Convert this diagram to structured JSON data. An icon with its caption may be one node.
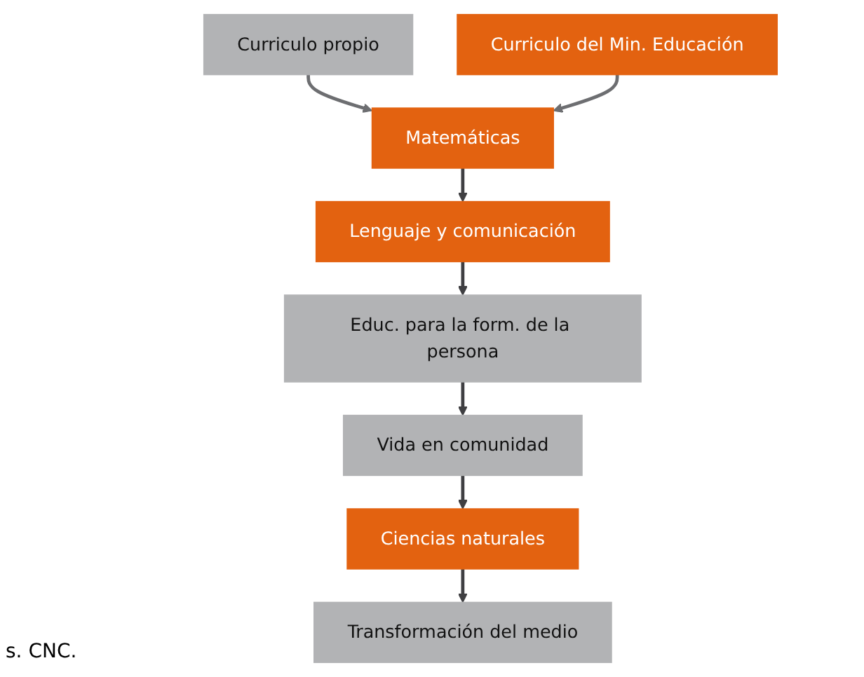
{
  "diagram": {
    "nodes": [
      {
        "text": [
          "Curriculo  propio"
        ]
      },
      {
        "text": [
          "Curriculo del Min. Educación"
        ]
      },
      {
        "text": [
          "Matemáticas"
        ]
      },
      {
        "text": [
          "Lenguaje y comunicación"
        ]
      },
      {
        "text": [
          "Educ. para la form. de la persona"
        ]
      },
      {
        "text": [
          "Vida en comunidad"
        ]
      },
      {
        "text": [
          "Ciencias naturales"
        ]
      },
      {
        "text": [
          "Transformación del medio"
        ]
      }
    ],
    "edges": [
      {
        "from": 0,
        "to": 2,
        "arrow": "to",
        "color": "#6d6e71"
      },
      {
        "from": 1,
        "to": 2,
        "arrow": "to",
        "color": "#6d6e71"
      },
      {
        "from": 2,
        "to": 3,
        "arrow": "to"
      },
      {
        "from": 3,
        "to": 4,
        "arrow": "to"
      },
      {
        "from": 4,
        "to": 5,
        "arrow": "to"
      },
      {
        "from": 5,
        "to": 6,
        "arrow": "to"
      },
      {
        "from": 6,
        "to": 7,
        "arrow": "to"
      }
    ],
    "labels": [
      "s. CNC."
    ]
  }
}
